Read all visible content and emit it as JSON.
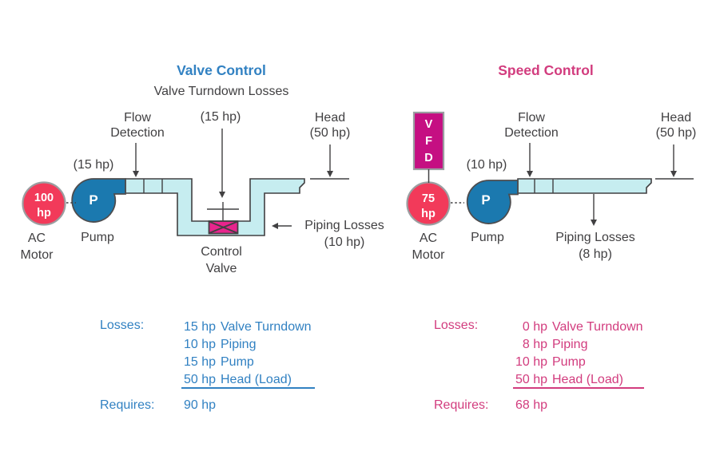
{
  "titles": {
    "left": "Valve Control",
    "right": "Speed Control"
  },
  "left": {
    "turndown_label": "Valve Turndown Losses",
    "turndown_hp": "(15 hp)",
    "flow_detection": "Flow\nDetection",
    "head": "Head\n(50 hp)",
    "pump_hp": "(15 hp)",
    "motor_hp": "100\nhp",
    "motor_label": "AC\nMotor",
    "pump_symbol": "P",
    "pump_label": "Pump",
    "control_valve_label": "Control\nValve",
    "piping_losses": "Piping Losses\n(10 hp)",
    "losses_label": "Losses:",
    "losses": [
      {
        "amount": "15 hp",
        "label": "Valve Turndown"
      },
      {
        "amount": "10 hp",
        "label": "Piping"
      },
      {
        "amount": "15 hp",
        "label": "Pump"
      },
      {
        "amount": "50 hp",
        "label": "Head (Load)"
      }
    ],
    "requires_label": "Requires:",
    "requires_value": "90 hp"
  },
  "right": {
    "vfd": "V\nF\nD",
    "flow_detection": "Flow\nDetection",
    "head": "Head\n(50 hp)",
    "pump_hp": "(10 hp)",
    "motor_hp": "75\nhp",
    "motor_label": "AC\nMotor",
    "pump_symbol": "P",
    "pump_label": "Pump",
    "piping_losses": "Piping Losses\n(8 hp)",
    "losses_label": "Losses:",
    "losses": [
      {
        "amount": "0 hp",
        "label": "Valve Turndown"
      },
      {
        "amount": "8 hp",
        "label": "Piping"
      },
      {
        "amount": "10 hp",
        "label": "Pump"
      },
      {
        "amount": "50 hp",
        "label": "Head (Load)"
      }
    ],
    "requires_label": "Requires:",
    "requires_value": "68 hp"
  },
  "colors": {
    "line_dark": "#414042",
    "text_gray": "#414042",
    "blue_accent": "#3181c2",
    "pink_accent": "#d23c7e",
    "pipe_fill": "#c6edf0",
    "pump_fill": "#1b79af",
    "motor_fill": "#f23a5a",
    "vfd_fill": "#c50f82",
    "valve_fill": "#e8248d",
    "outline_gray": "#9b9ea1",
    "outline_gray_dark": "#4d4d4f"
  }
}
